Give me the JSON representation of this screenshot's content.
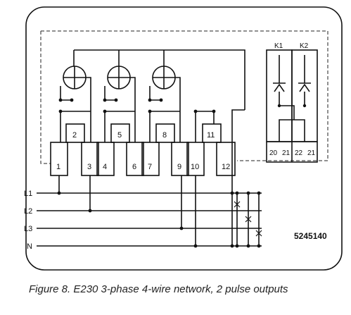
{
  "terminals": [
    {
      "id": "t1",
      "label": "1"
    },
    {
      "id": "t2",
      "label": "2"
    },
    {
      "id": "t3",
      "label": "3"
    },
    {
      "id": "t4",
      "label": "4"
    },
    {
      "id": "t5",
      "label": "5"
    },
    {
      "id": "t6",
      "label": "6"
    },
    {
      "id": "t7",
      "label": "7"
    },
    {
      "id": "t8",
      "label": "8"
    },
    {
      "id": "t9",
      "label": "9"
    },
    {
      "id": "t10",
      "label": "10"
    },
    {
      "id": "t11",
      "label": "11"
    },
    {
      "id": "t12",
      "label": "12"
    }
  ],
  "outputs": {
    "k1": {
      "label": "K1",
      "pins": [
        "20",
        "21"
      ]
    },
    "k2": {
      "label": "K2",
      "pins": [
        "22",
        "21"
      ]
    }
  },
  "lines": [
    "L1",
    "L2",
    "L3",
    "N"
  ],
  "part_number": "5245140",
  "caption": "Figure 8. E230 3-phase 4-wire network, 2 pulse outputs",
  "colors": {
    "line": "#111111",
    "dash": "#222222",
    "background": "#ffffff"
  }
}
